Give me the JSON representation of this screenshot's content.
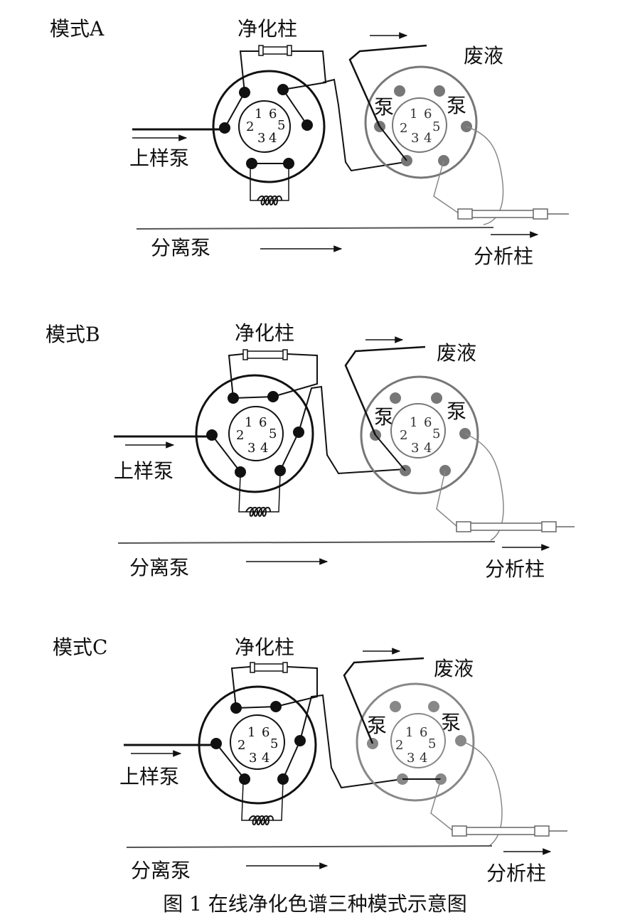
{
  "panels": [
    {
      "mode_label": "模式A",
      "purify_column": "净化柱",
      "waste": "废液",
      "load_pump": "上样泵",
      "separation_pump": "分离泵",
      "analytical_column": "分析柱",
      "pump_left": "泵",
      "pump_right": "泵",
      "ports": [
        "1",
        "2",
        "3",
        "4",
        "5",
        "6"
      ]
    },
    {
      "mode_label": "模式B",
      "purify_column": "净化柱",
      "waste": "废液",
      "load_pump": "上样泵",
      "separation_pump": "分离泵",
      "analytical_column": "分析柱",
      "pump_left": "泵",
      "pump_right": "泵",
      "ports": [
        "1",
        "2",
        "3",
        "4",
        "5",
        "6"
      ]
    },
    {
      "mode_label": "模式C",
      "purify_column": "净化柱",
      "waste": "废液",
      "load_pump": "上样泵",
      "separation_pump": "分离泵",
      "analytical_column": "分析柱",
      "pump_left": "泵",
      "pump_right": "泵",
      "ports": [
        "1",
        "2",
        "3",
        "4",
        "5",
        "6"
      ]
    }
  ],
  "caption": "图 1 在线净化色谱三种模式示意图"
}
